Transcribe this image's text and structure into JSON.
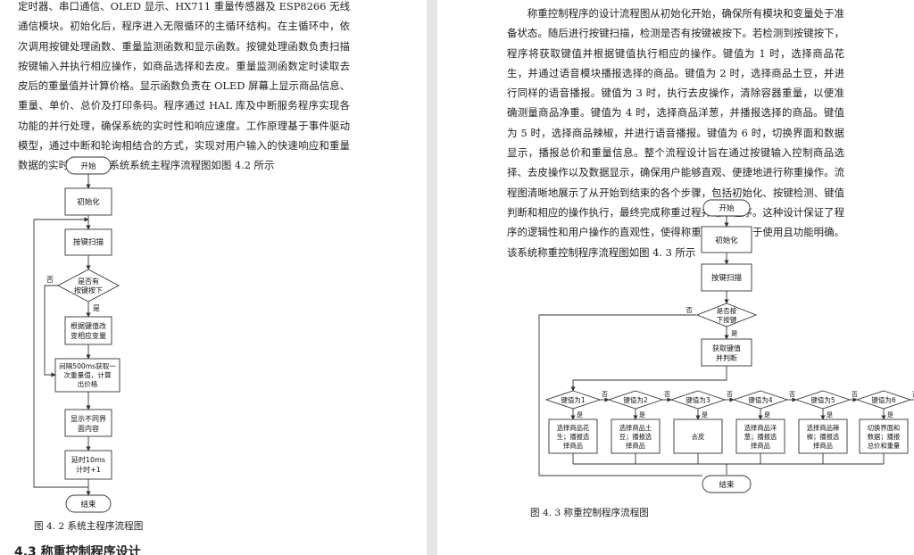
{
  "left_page": {
    "paragraph": "定时器、串口通信、OLED 显示、HX711 重量传感器及 ESP8266 无线通信模块。初始化后，程序进入无限循环的主循环结构。在主循环中，依次调用按键处理函数、重量监测函数和显示函数。按键处理函数负责扫描按键输入并执行相应操作，如商品选择和去皮。重量监测函数定时读取去皮后的重量值并计算价格。显示函数负责在 OLED 屏幕上显示商品信息、重量、单价、总价及打印条码。程序通过 HAL 库及中断服务程序实现各功能的并行处理，确保系统的实时性和响应速度。工作原理基于事件驱动模型，通过中断和轮询相结合的方式，实现对用户输入的快速响应和重量数据的实时监测。该系统系统主程序流程图如图 4.2 所示",
    "flowchart": {
      "start": "开始",
      "init": "初始化",
      "scan": "按键扫描",
      "decision": [
        "是否有",
        "按键按下"
      ],
      "yes": "是",
      "no": "否",
      "change": [
        "根据键值改",
        "变相应变量"
      ],
      "weigh": [
        "间隔500ms获取一",
        "次重量值，计算",
        "出价格"
      ],
      "display": [
        "显示不同界",
        "面内容"
      ],
      "delay": [
        "延时10ms",
        "计时+1"
      ],
      "end": "结束"
    },
    "caption": "图 4. 2 系统主程序流程图",
    "heading": "4.3  称重控制程序设计"
  },
  "right_page": {
    "paragraph": "称重控制程序的设计流程图从初始化开始，确保所有模块和变量处于准备状态。随后进行按键扫描，检测是否有按键被按下。若检测到按键按下，程序将获取键值并根据键值执行相应的操作。键值为 1 时，选择商品花生，并通过语音模块播报选择的商品。键值为 2 时，选择商品土豆，并进行同样的语音播报。键值为 3 时，执行去皮操作，清除容器重量，以便准确测量商品净重。键值为 4 时，选择商品洋葱，并播报选择的商品。键值为 5 时，选择商品辣椒，并进行语音播报。键值为 6 时，切换界面和数据显示，播报总价和重量信息。整个流程设计旨在通过按键输入控制商品选择、去皮操作以及数据显示，确保用户能够直观、便捷地进行称重操作。流程图清晰地展示了从开始到结束的各个步骤，包括初始化、按键检测、键值判断和相应的操作执行，最终完成称重过程并结束程序。这种设计保证了程序的逻辑性和用户操作的直观性，使得称重控制程序易于使用且功能明确。该系统称重控制程序流程图如图 4. 3 所示",
    "flowchart": {
      "start": "开始",
      "init": "初始化",
      "scan": "按键扫描",
      "decision": [
        "是否按",
        "下按键"
      ],
      "yes": "是",
      "no": "否",
      "get": [
        "获取键值",
        "并判断"
      ],
      "keys": [
        {
          "label": "键值为1",
          "action": [
            "选择商品花",
            "生；播报选",
            "择商品"
          ]
        },
        {
          "label": "键值为2",
          "action": [
            "选择商品土",
            "豆；播报选",
            "择商品"
          ]
        },
        {
          "label": "键值为3",
          "action": [
            "去皮"
          ]
        },
        {
          "label": "键值为4",
          "action": [
            "选择商品洋",
            "葱；播报选",
            "择商品"
          ]
        },
        {
          "label": "键值为5",
          "action": [
            "选择商品辣",
            "椒；播报选",
            "择商品"
          ]
        },
        {
          "label": "键值为6",
          "action": [
            "切换界面和",
            "数据；播报",
            "总价和重量"
          ]
        }
      ],
      "end": "结束"
    },
    "caption": "图 4. 3 称重控制程序流程图"
  }
}
